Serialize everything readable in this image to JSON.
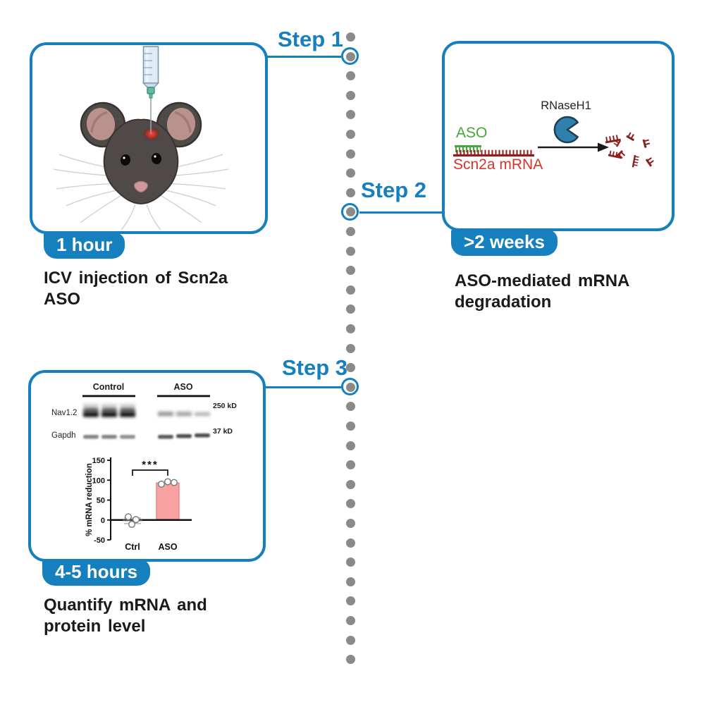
{
  "colors": {
    "accent": "#1580bd",
    "dot": "#8a8a8a",
    "ink": "#1a1a1a",
    "green": "#44a83c",
    "red": "#d5352b",
    "dark_red": "#8e1f1f",
    "pacman": "#2e80ad",
    "pacman_edge": "#1d4055",
    "bar_fill": "#f9a2a2",
    "bar_stroke": "#ee8484"
  },
  "timeline": {
    "step_labels": [
      "Step 1",
      "Step 2",
      "Step 3"
    ]
  },
  "step1": {
    "badge": "1 hour",
    "caption": [
      "ICV injection of Scn2a",
      "ASO"
    ]
  },
  "step2": {
    "badge": ">2 weeks",
    "caption": [
      "ASO-mediated mRNA",
      "degradation"
    ],
    "enzyme_label": "RNaseH1",
    "aso_label": "ASO",
    "mrna_label": "Scn2a mRNA"
  },
  "step3": {
    "badge": "4-5 hours",
    "caption": [
      "Quantify mRNA and",
      "protein level"
    ],
    "blot": {
      "group_labels": [
        "Control",
        "ASO"
      ],
      "row_labels": [
        "Nav1.2",
        "Gapdh"
      ],
      "size_markers": [
        "250 kD",
        "37 kD"
      ]
    }
  },
  "chart_data": {
    "type": "bar",
    "categories": [
      "Ctrl",
      "ASO"
    ],
    "series": [
      {
        "name": "Ctrl",
        "bar": 0,
        "points": [
          8,
          1,
          -11
        ],
        "mean": -1,
        "error_caps": [
          5,
          -9
        ]
      },
      {
        "name": "ASO",
        "bar": 93,
        "points": [
          90,
          96,
          94
        ]
      }
    ],
    "ylabel": "% mRNA reduction",
    "yticks": [
      150,
      100,
      50,
      0,
      -50
    ],
    "ylim": [
      -50,
      150
    ],
    "significance": "***",
    "grid": false
  }
}
